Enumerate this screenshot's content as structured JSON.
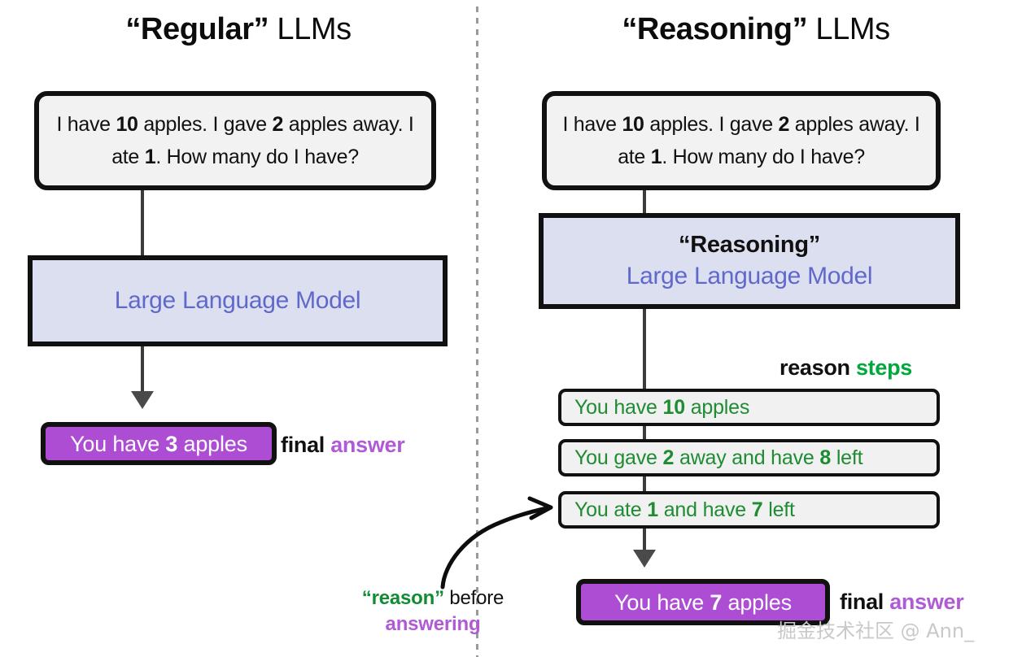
{
  "columns": {
    "left": {
      "title_quoted": "“Regular”",
      "title_rest": " LLMs",
      "prompt": "I have 10 apples. I gave 2 apples away. I ate 1. How many do I have?",
      "prompt_bold_tokens": [
        "10",
        "2",
        "1"
      ],
      "llm_label": "Large Language Model",
      "answer": "You have 3 apples",
      "answer_bold_tokens": [
        "3"
      ],
      "answer_caption_black": "final ",
      "answer_caption_purple": "answer"
    },
    "right": {
      "title_quoted": "“Reasoning”",
      "title_rest": " LLMs",
      "prompt": "I have 10 apples. I gave 2 apples away. I ate 1. How many do I have?",
      "prompt_bold_tokens": [
        "10",
        "2",
        "1"
      ],
      "llm_sub_label": "“Reasoning”",
      "llm_label": "Large Language Model",
      "steps_caption_black": "reason ",
      "steps_caption_green": "steps",
      "steps": [
        {
          "text": "You have 10 apples",
          "bold_tokens": [
            "10"
          ]
        },
        {
          "text": "You gave 2 away and have 8 left",
          "bold_tokens": [
            "2",
            "8"
          ]
        },
        {
          "text": "You ate 1 and have 7 left",
          "bold_tokens": [
            "1",
            "7"
          ]
        }
      ],
      "answer": "You have 7 apples",
      "answer_bold_tokens": [
        "7"
      ],
      "answer_caption_black": "final ",
      "answer_caption_purple": "answer"
    }
  },
  "annotation": {
    "line1_green": "“reason”",
    "line1_black": " before",
    "line2_purple": "answering"
  },
  "watermark": "掘金技术社区 @ Ann_",
  "colors": {
    "llm_fill": "#dcdff0",
    "llm_text": "#6069cb",
    "answer_fill": "#ad4dd4",
    "answer_caption_purple": "#b05ad6",
    "step_text_green": "#1e8c32",
    "steps_caption_green": "#00a83c",
    "box_border": "#111111",
    "prompt_fill": "#f2f2f2",
    "arrow": "#4a4a4a",
    "divider": "#9a9a9a"
  }
}
